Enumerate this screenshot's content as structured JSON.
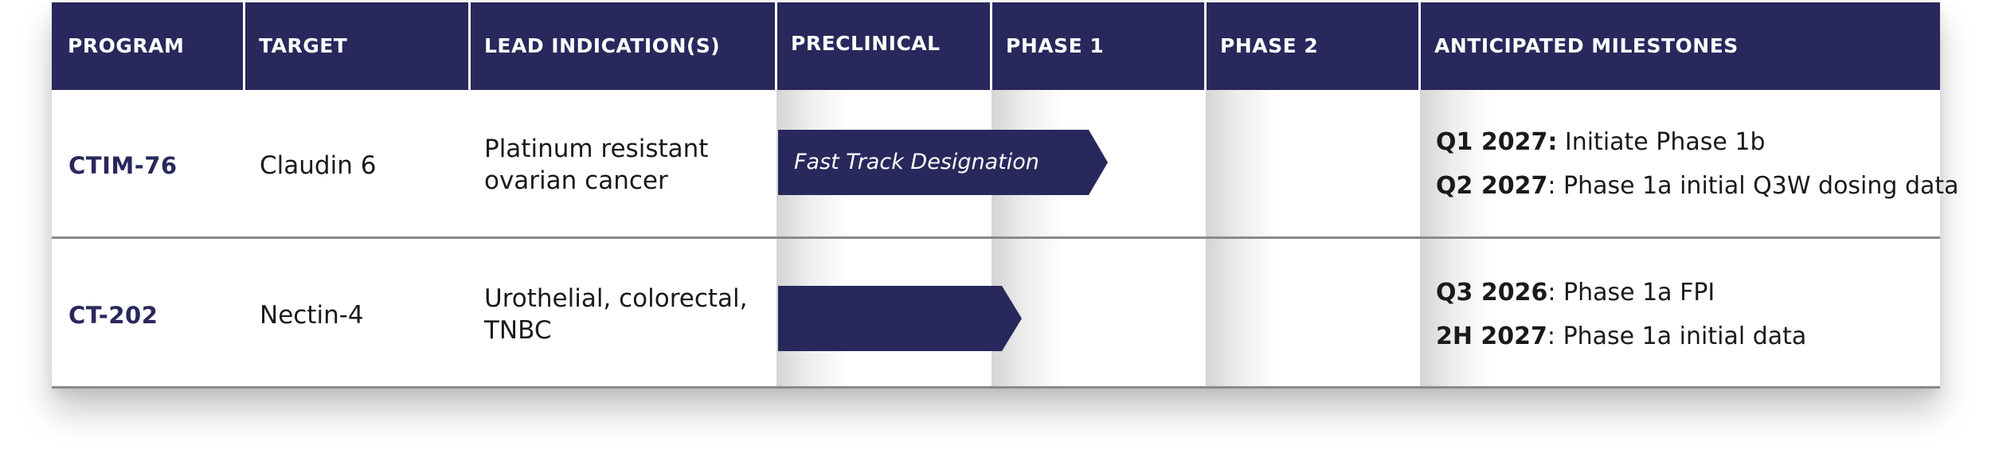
{
  "colors": {
    "header_bg": "#28285c",
    "program_text": "#28285c",
    "arrow_fill": "#28285c",
    "divider": "#8a8a8a"
  },
  "headers": {
    "program": "PROGRAM",
    "target": "TARGET",
    "lead_indication": "LEAD INDICATION(S)",
    "preclinical": "PRECLINICAL",
    "phase1": "PHASE 1",
    "phase2": "PHASE 2",
    "milestones": "ANTICIPATED MILESTONES"
  },
  "rows": [
    {
      "program": "CTIM-76",
      "target": "Claudin 6",
      "indication": "Platinum resistant ovarian cancer",
      "arrow_label": "Fast Track Designation",
      "milestones": [
        {
          "date": "Q1 2027:",
          "text": " Initiate Phase 1b"
        },
        {
          "date": "Q2 2027",
          "text": ": Phase 1a initial Q3W dosing data"
        }
      ]
    },
    {
      "program": "CT-202",
      "target": "Nectin-4",
      "indication": "Urothelial, colorectal, TNBC",
      "arrow_label": "",
      "milestones": [
        {
          "date": "Q3 2026",
          "text": ": Phase 1a FPI"
        },
        {
          "date": "2H 2027",
          "text": ": Phase 1a initial data"
        }
      ]
    }
  ]
}
